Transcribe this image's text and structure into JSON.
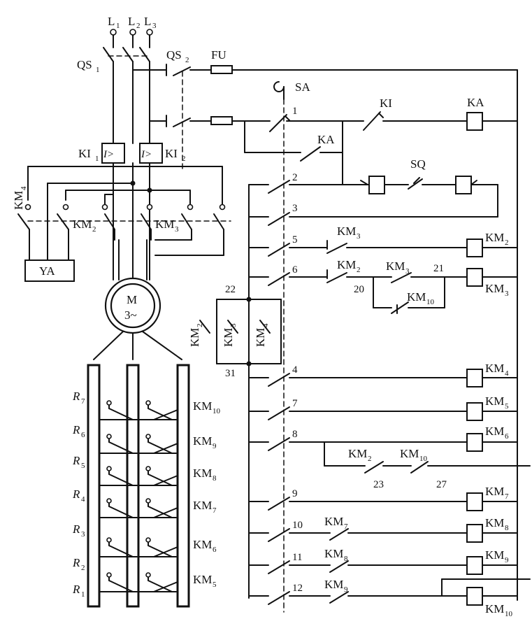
{
  "labels": {
    "L1": "L",
    "L1s": "1",
    "L2": "L",
    "L2s": "2",
    "L3": "L",
    "L3s": "3",
    "QS1": "QS",
    "QS1s": "1",
    "QS2": "QS",
    "QS2s": "2",
    "FU": "FU",
    "SA": "SA",
    "KI": "KI",
    "KA": "KA",
    "KA_contact": "KA",
    "SQ": "SQ",
    "KI1": "KI",
    "KI1s": "1",
    "KI2": "KI",
    "KI2s": "2",
    "relay_symbol": "I>",
    "KM4_left": "KM",
    "KM4_left_s": "4",
    "KM2_left": "KM",
    "KM2_left_s": "2",
    "KM3_left": "KM",
    "KM3_left_s": "3",
    "YA": "YA",
    "motor_M": "M",
    "motor_3": "3~",
    "n1": "1",
    "n2": "2",
    "n3": "3",
    "n5": "5",
    "n6": "6",
    "n4": "4",
    "n7": "7",
    "n8": "8",
    "n9": "9",
    "n10": "10",
    "n11": "11",
    "n12": "12",
    "n20": "20",
    "n21": "21",
    "n22": "22",
    "n31": "31",
    "n23": "23",
    "n27": "27",
    "c_KM3_r5": "KM",
    "c_KM3_r5s": "3",
    "c_KM2_r6": "KM",
    "c_KM2_r6s": "2",
    "c_KM3_r6": "KM",
    "c_KM3_r6s": "3",
    "c_KM10_r6": "KM",
    "c_KM10_r6s": "10",
    "v_KM2": "KM",
    "v_KM2s": "2",
    "v_KM3": "KM",
    "v_KM3s": "3",
    "v_KM4": "KM",
    "v_KM4s": "4",
    "c_KM2_r8": "KM",
    "c_KM2_r8s": "2",
    "c_KM10_r8": "KM",
    "c_KM10_r8s": "10",
    "c_KM7_r10": "KM",
    "c_KM7_r10s": "7",
    "c_KM8_r11": "KM",
    "c_KM8_r11s": "8",
    "c_KM9_r12": "KM",
    "c_KM9_r12s": "9",
    "coil_KM2": "KM",
    "coil_KM2s": "2",
    "coil_KM3": "KM",
    "coil_KM3s": "3",
    "coil_KM4": "KM",
    "coil_KM4s": "4",
    "coil_KM5": "KM",
    "coil_KM5s": "5",
    "coil_KM6": "KM",
    "coil_KM6s": "6",
    "coil_KM7": "KM",
    "coil_KM7s": "7",
    "coil_KM8": "KM",
    "coil_KM8s": "8",
    "coil_KM9": "KM",
    "coil_KM9s": "9",
    "coil_KM10": "KM",
    "coil_KM10s": "10",
    "R7": "R",
    "R7s": "7",
    "R6": "R",
    "R6s": "6",
    "R5": "R",
    "R5s": "5",
    "R4": "R",
    "R4s": "4",
    "R3": "R",
    "R3s": "3",
    "R2": "R",
    "R2s": "2",
    "R1": "R",
    "R1s": "1",
    "res_KM10": "KM",
    "res_KM10s": "10",
    "res_KM9": "KM",
    "res_KM9s": "9",
    "res_KM8": "KM",
    "res_KM8s": "8",
    "res_KM7": "KM",
    "res_KM7s": "7",
    "res_KM6": "KM",
    "res_KM6s": "6",
    "res_KM5": "KM",
    "res_KM5s": "5"
  }
}
